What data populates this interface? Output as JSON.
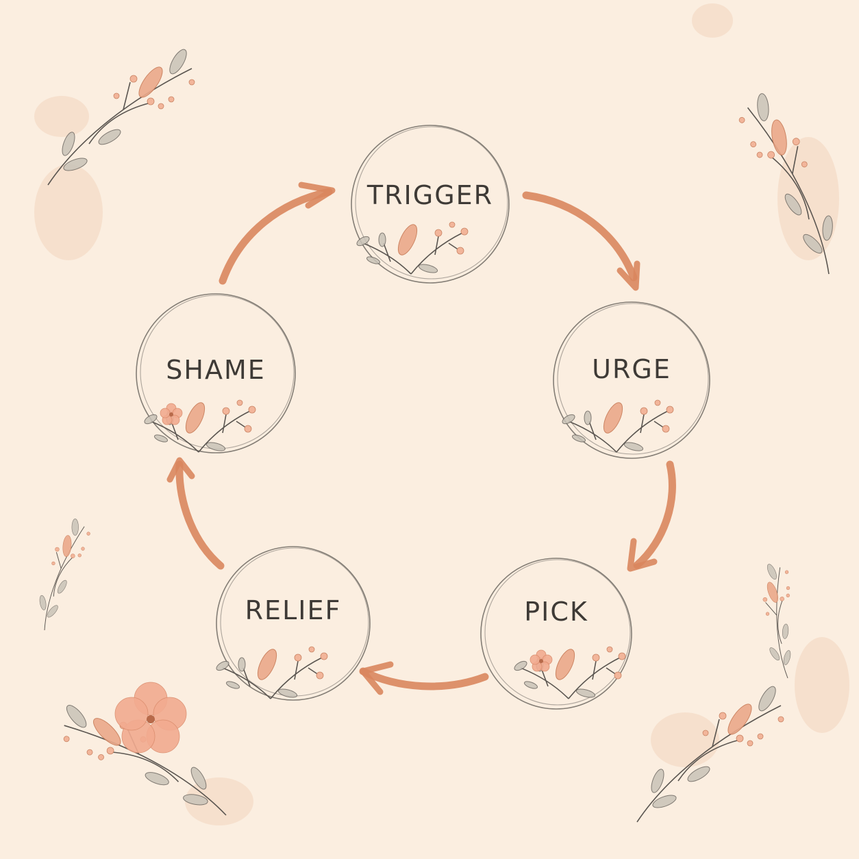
{
  "diagram": {
    "type": "cycle",
    "theme": {
      "background": "#fbeee0",
      "arrow_color": "#d9865e",
      "ring_color": "#6d6862",
      "text_color": "#3e3a36",
      "accent_floral": "#eba98a"
    },
    "nodes": [
      {
        "id": "trigger",
        "label": "TRIGGER",
        "decoration": "leaf-sprig"
      },
      {
        "id": "urge",
        "label": "URGE",
        "decoration": "leaf-sprig"
      },
      {
        "id": "pick",
        "label": "PICK",
        "decoration": "flower-sprig"
      },
      {
        "id": "relief",
        "label": "RELIEF",
        "decoration": "leaf-sprig"
      },
      {
        "id": "shame",
        "label": "SHAME",
        "decoration": "flower-sprig"
      }
    ],
    "edges": [
      {
        "from": "trigger",
        "to": "urge"
      },
      {
        "from": "urge",
        "to": "pick"
      },
      {
        "from": "pick",
        "to": "relief"
      },
      {
        "from": "relief",
        "to": "shame"
      },
      {
        "from": "shame",
        "to": "trigger"
      }
    ],
    "corner_decorations": [
      "floral-sprig-top-left",
      "floral-sprig-top-right",
      "floral-sprig-bottom-left",
      "floral-sprig-bottom-right"
    ]
  }
}
